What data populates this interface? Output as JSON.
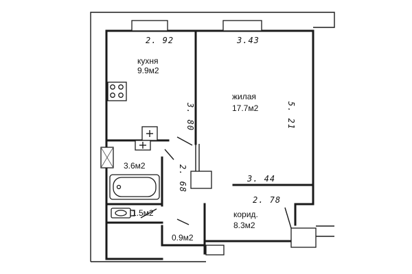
{
  "rooms": {
    "kitchen": {
      "name": "кухня",
      "area": "9.9м2"
    },
    "living": {
      "name": "жилая",
      "area": "17.7м2"
    },
    "bathroom": {
      "area": "3.6м2"
    },
    "toilet": {
      "area": "1.5м2"
    },
    "closet": {
      "area": "0.9м2"
    },
    "corridor": {
      "name": "корид.",
      "area": "8.3м2"
    }
  },
  "dimensions": {
    "kitchen_width": "2. 92",
    "living_width": "3.43",
    "kitchen_height": "3. 80",
    "living_height": "5. 21",
    "living_bottom": "3. 44",
    "corridor_width": "2. 78",
    "bath_height": "2. 68"
  }
}
